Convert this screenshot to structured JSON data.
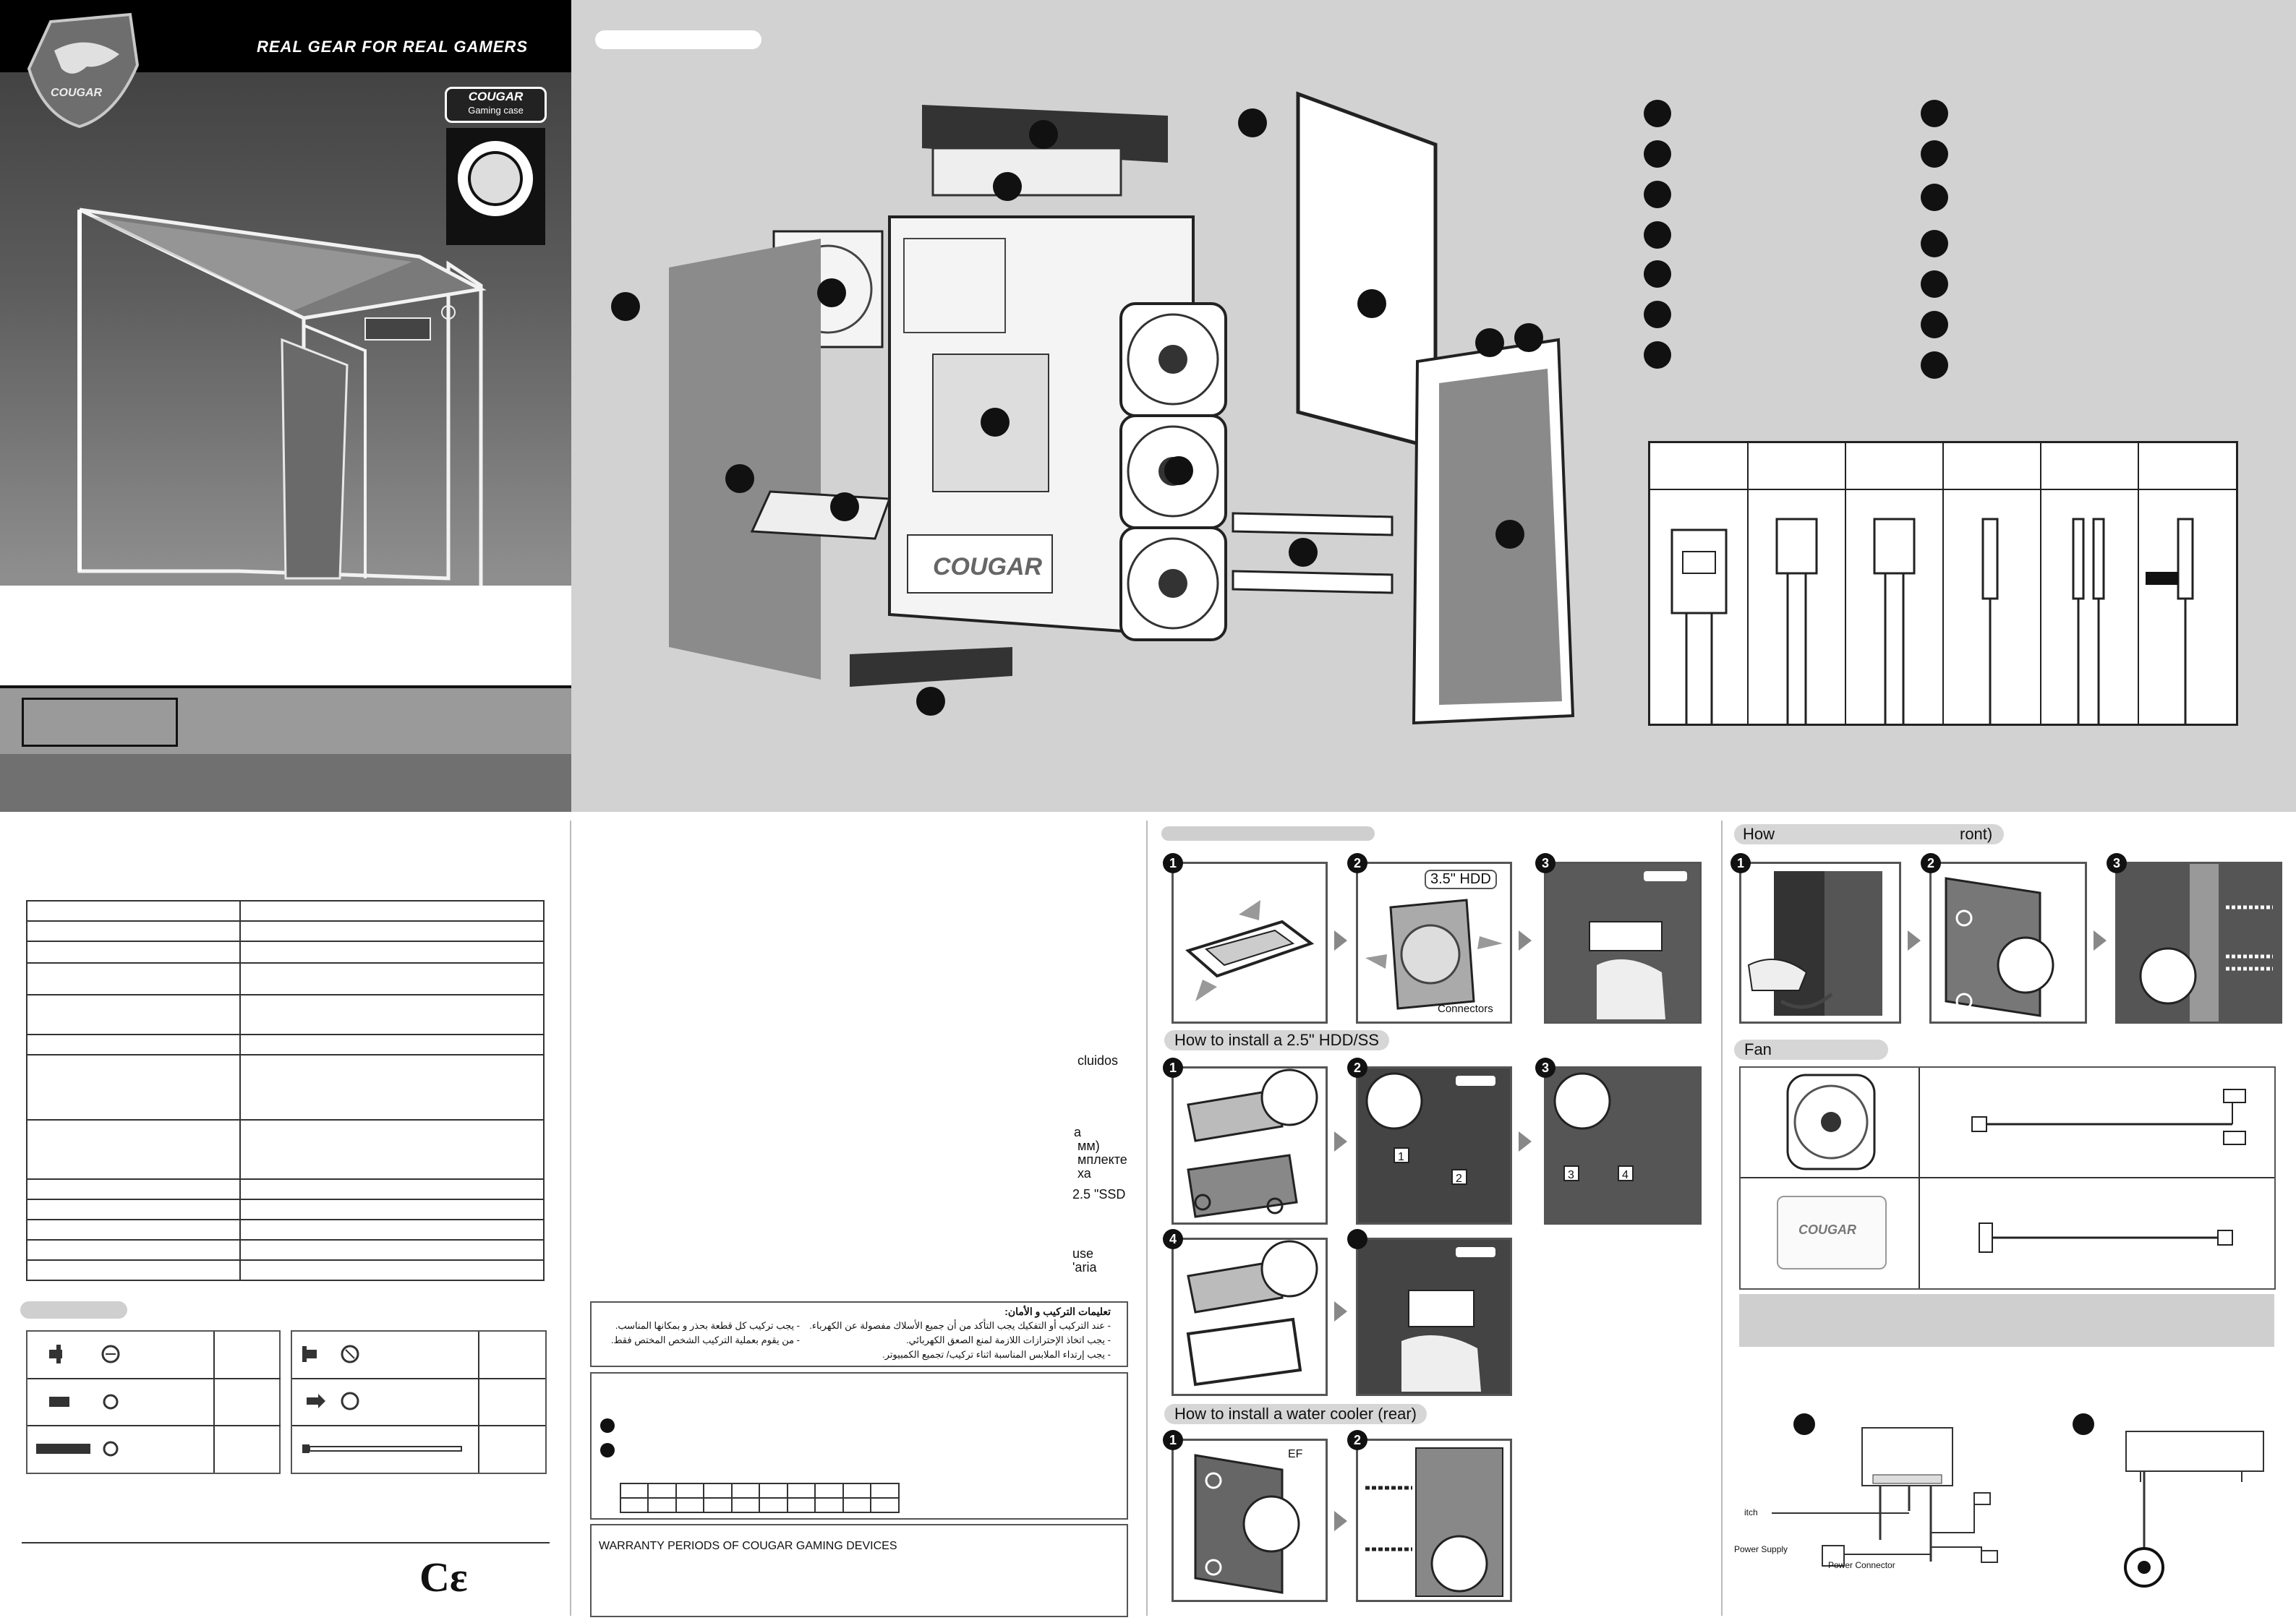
{
  "cover": {
    "tagline": "REAL GEAR FOR REAL GAMERS",
    "brand": "COUGAR",
    "product_badge": {
      "brand": "COUGAR",
      "type": "Gaming case"
    }
  },
  "installation": {
    "section_35": {
      "hdd_label": "3.5\" HDD",
      "connectors_label": "Connectors"
    },
    "section_25": {
      "title": "How to install a 2.5\" HDD/SS"
    },
    "section_water": {
      "title": "How to install a water cooler (rear)",
      "ef_label": "EF"
    },
    "section_front": {
      "title_start": "How",
      "title_end": "ront)"
    },
    "section_fan": {
      "title": "Fan"
    },
    "section_hub": {
      "switch_label": "itch",
      "power_supply_label": "Power Supply",
      "power_connector_label": "Power Connector"
    }
  },
  "middle_text": {
    "fragments": [
      "cluidos",
      "a",
      "мм)",
      "мплекте",
      "ха",
      "2.5 \"SSD",
      "use",
      "'aria"
    ],
    "arabic_notice": {
      "title": "تعليمات التركيب و الأمان:",
      "col_right": [
        "- عند التركيب أو التفكيك يجب التأكد من أن جميع الأسلاك مفصولة عن الكهرباء.",
        "- يجب اتخاذ الإحترازات اللازمة لمنع الصعق الكهربائي.",
        "- يجب إرتداء الملابس المناسبة اثناء تركيب/ تجميع الكمبيوتر."
      ],
      "col_left": [
        "- يجب تركيب كل قطعة بحذر و بمكانها المناسب.",
        "- من يقوم بعملية التركيب الشخص المختص فقط."
      ]
    },
    "warranty_title": "WARRANTY PERIODS OF COUGAR GAMING DEVICES"
  },
  "colors": {
    "cover_dark": "#3a3a3a",
    "cover_mid": "#8a8a8a",
    "diagram_bg": "#d2d2d2",
    "accent_black": "#111111"
  }
}
